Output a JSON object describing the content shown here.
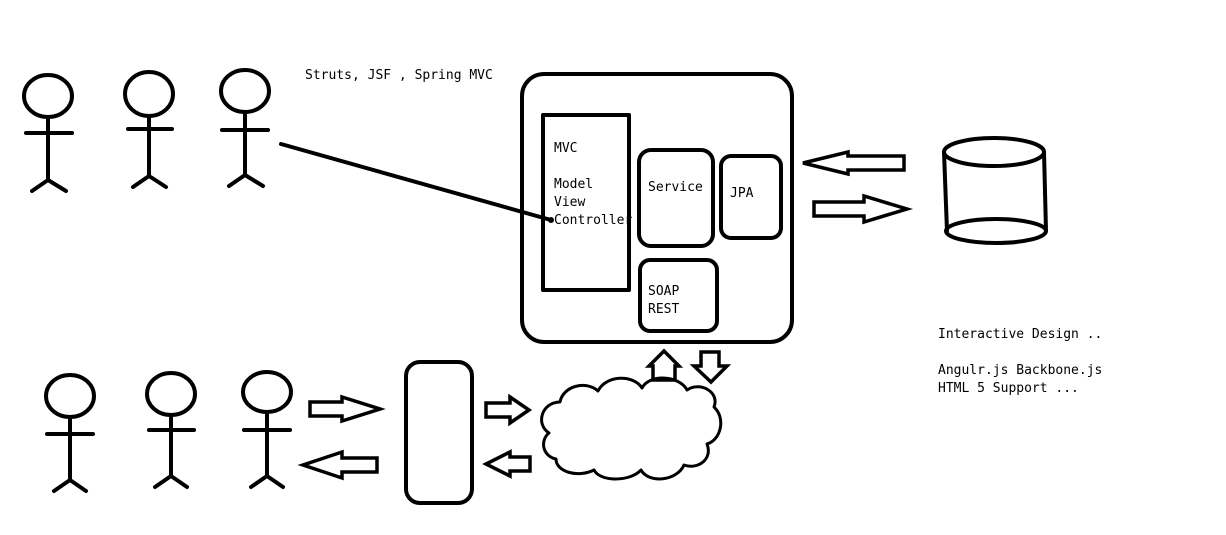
{
  "labels": {
    "frameworks": "Struts, JSF , Spring MVC",
    "mvc_title": "MVC",
    "mvc_model": "Model",
    "mvc_view": "View",
    "mvc_controller": "Controller",
    "service": "Service",
    "jpa": "JPA",
    "soap": "SOAP",
    "rest": "REST",
    "interactive_design": "Interactive Design ..",
    "js_frameworks": "Angulr.js Backbone.js",
    "html5_support": "HTML 5 Support ..."
  },
  "colors": {
    "stroke": "#000000",
    "background": "#ffffff"
  }
}
